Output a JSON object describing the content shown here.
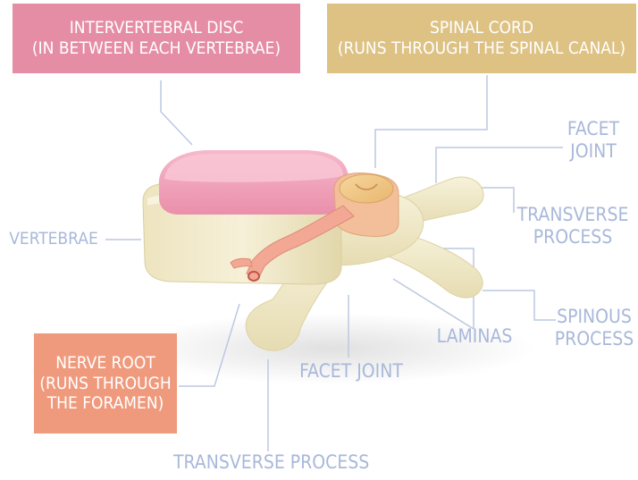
{
  "labels": {
    "intervertebral_disc": {
      "line1": "INTERVERTEBRAL DISC",
      "line2": "(IN BETWEEN EACH VERTEBRAE)"
    },
    "spinal_cord": {
      "line1": "SPINAL CORD",
      "line2": "(RUNS THROUGH THE SPINAL CANAL)"
    },
    "facet_joint_top": {
      "line1": "FACET",
      "line2": "JOINT"
    },
    "transverse_process_right": {
      "line1": "TRANSVERSE",
      "line2": "PROCESS"
    },
    "vertebrae": "VERTEBRAE",
    "spinous_process": {
      "line1": "SPINOUS",
      "line2": "PROCESS"
    },
    "laminas": "LAMINAS",
    "nerve_root": {
      "line1": "NERVE ROOT",
      "line2": "(RUNS THROUGH",
      "line3": "THE FORAMEN)"
    },
    "facet_joint_bottom": "FACET JOINT",
    "transverse_process_bottom": "TRANSVERSE PROCESS"
  },
  "colors": {
    "disc_box": "#e58da5",
    "spinal_cord_box": "#ddc284",
    "nerve_root_box": "#f09a7d",
    "label_text": "#a9b8da",
    "leader_line": "#bcc8e2",
    "bone": "#efe8c7",
    "disc": "#f3a9c0",
    "cord": "#f2c68a",
    "nerve": "#f2a894"
  }
}
